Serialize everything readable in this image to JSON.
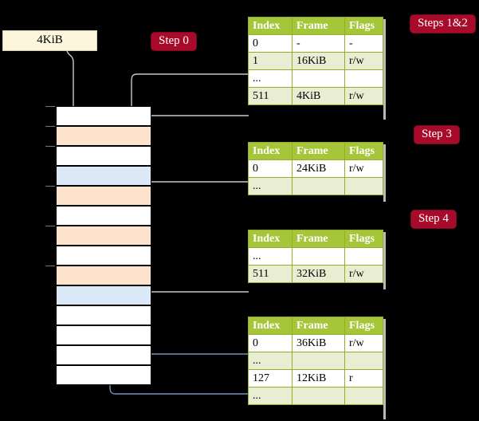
{
  "diagram": {
    "title": "Multi-level page table allocation walkthrough",
    "background": "#000000",
    "accent_table_header": "#a5c639",
    "accent_badge": "#a80b2a",
    "highlight": "#ffffaa"
  },
  "request_box": {
    "label": "4KiB"
  },
  "badges": [
    {
      "id": "step0",
      "label": "Step 0"
    },
    {
      "id": "steps1and2",
      "label": "Steps 1&2"
    },
    {
      "id": "step3",
      "label": "Step 3"
    },
    {
      "id": "step4",
      "label": "Step 4"
    }
  ],
  "columns": [
    "Index",
    "Frame",
    "Flags"
  ],
  "tables": [
    {
      "id": "table-level0",
      "rows": [
        {
          "index": "0",
          "frame": "-",
          "flags": "-",
          "shade": "odd",
          "highlight": false
        },
        {
          "index": "1",
          "frame": "16KiB",
          "flags": "r/w",
          "shade": "even",
          "highlight": false
        },
        {
          "index": "...",
          "frame": "",
          "flags": "",
          "shade": "odd",
          "highlight": false
        },
        {
          "index": "511",
          "frame": "4KiB",
          "flags": "r/w",
          "shade": "even",
          "highlight": true
        }
      ]
    },
    {
      "id": "table-level1",
      "rows": [
        {
          "index": "0",
          "frame": "24KiB",
          "flags": "r/w",
          "shade": "odd",
          "highlight": false
        },
        {
          "index": "...",
          "frame": "",
          "flags": "",
          "shade": "even",
          "highlight": false
        }
      ]
    },
    {
      "id": "table-level2",
      "rows": [
        {
          "index": "...",
          "frame": "",
          "flags": "",
          "shade": "odd",
          "highlight": false
        },
        {
          "index": "511",
          "frame": "32KiB",
          "flags": "r/w",
          "shade": "even",
          "highlight": false
        }
      ]
    },
    {
      "id": "table-level3",
      "rows": [
        {
          "index": "0",
          "frame": "36KiB",
          "flags": "r/w",
          "shade": "odd",
          "highlight": false
        },
        {
          "index": "...",
          "frame": "",
          "flags": "",
          "shade": "even",
          "highlight": false
        },
        {
          "index": "127",
          "frame": "12KiB",
          "flags": "r",
          "shade": "odd",
          "highlight": false
        },
        {
          "index": "...",
          "frame": "",
          "flags": "",
          "shade": "even",
          "highlight": false
        }
      ]
    }
  ],
  "memory": {
    "name": "physical-memory-column",
    "cells": [
      {
        "fill": "white",
        "tick": true
      },
      {
        "fill": "orange",
        "tick": true
      },
      {
        "fill": "white",
        "tick": true
      },
      {
        "fill": "blue",
        "tick": false
      },
      {
        "fill": "orange",
        "tick": true
      },
      {
        "fill": "white",
        "tick": false
      },
      {
        "fill": "orange",
        "tick": true
      },
      {
        "fill": "white",
        "tick": false
      },
      {
        "fill": "orange",
        "tick": true
      },
      {
        "fill": "blue",
        "tick": false
      },
      {
        "fill": "white",
        "tick": false
      },
      {
        "fill": "white",
        "tick": false
      },
      {
        "fill": "white",
        "tick": false
      },
      {
        "fill": "white",
        "tick": false
      }
    ]
  }
}
